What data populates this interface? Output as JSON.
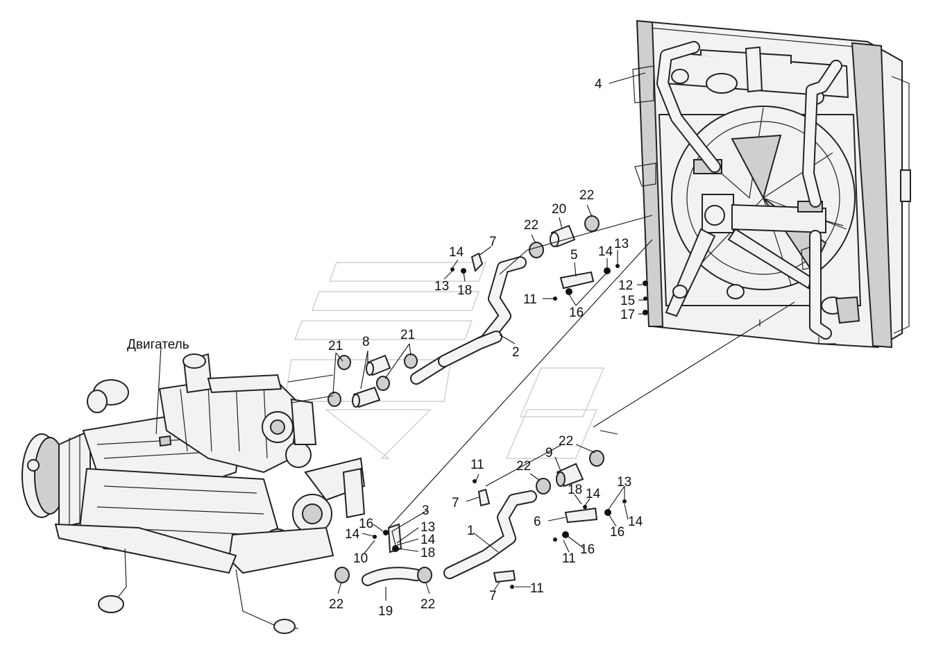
{
  "engine_label": "Двигатель",
  "callouts": [
    {
      "id": "c4",
      "text": "4"
    },
    {
      "id": "c22a",
      "text": "22"
    },
    {
      "id": "c20",
      "text": "20"
    },
    {
      "id": "c22b",
      "text": "22"
    },
    {
      "id": "c7a",
      "text": "7"
    },
    {
      "id": "c14a",
      "text": "14"
    },
    {
      "id": "c13a",
      "text": "13"
    },
    {
      "id": "c18a",
      "text": "18"
    },
    {
      "id": "c5",
      "text": "5"
    },
    {
      "id": "c14b",
      "text": "14"
    },
    {
      "id": "c13b",
      "text": "13"
    },
    {
      "id": "c12",
      "text": "12"
    },
    {
      "id": "c11a",
      "text": "11"
    },
    {
      "id": "c16a",
      "text": "16"
    },
    {
      "id": "c15",
      "text": "15"
    },
    {
      "id": "c17",
      "text": "17"
    },
    {
      "id": "c2",
      "text": "2"
    },
    {
      "id": "c21a",
      "text": "21"
    },
    {
      "id": "c8",
      "text": "8"
    },
    {
      "id": "c21b",
      "text": "21"
    },
    {
      "id": "c22c",
      "text": "22"
    },
    {
      "id": "c9",
      "text": "9"
    },
    {
      "id": "c22d",
      "text": "22"
    },
    {
      "id": "c11b",
      "text": "11"
    },
    {
      "id": "c7b",
      "text": "7"
    },
    {
      "id": "c18b",
      "text": "18"
    },
    {
      "id": "c14c",
      "text": "14"
    },
    {
      "id": "c13c",
      "text": "13"
    },
    {
      "id": "c6",
      "text": "6"
    },
    {
      "id": "c16b",
      "text": "16"
    },
    {
      "id": "c14d",
      "text": "14"
    },
    {
      "id": "c11c",
      "text": "11"
    },
    {
      "id": "c16c",
      "text": "16"
    },
    {
      "id": "c3",
      "text": "3"
    },
    {
      "id": "c13d",
      "text": "13"
    },
    {
      "id": "c14e",
      "text": "14"
    },
    {
      "id": "c18c",
      "text": "18"
    },
    {
      "id": "c16d",
      "text": "16"
    },
    {
      "id": "c14f",
      "text": "14"
    },
    {
      "id": "c10",
      "text": "10"
    },
    {
      "id": "c1",
      "text": "1"
    },
    {
      "id": "c22e",
      "text": "22"
    },
    {
      "id": "c19",
      "text": "19"
    },
    {
      "id": "c22f",
      "text": "22"
    },
    {
      "id": "c7c",
      "text": "7"
    },
    {
      "id": "c11d",
      "text": "11"
    }
  ]
}
